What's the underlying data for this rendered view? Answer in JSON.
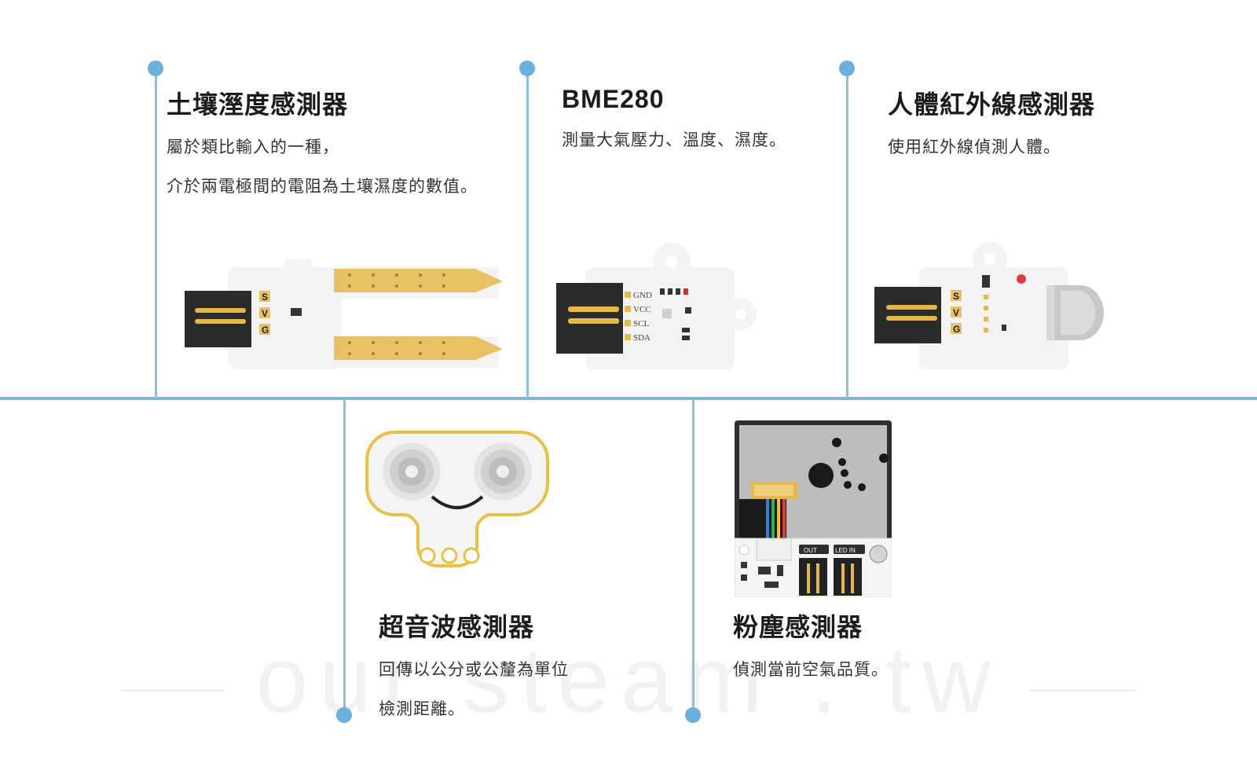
{
  "watermark": "our steam . tw",
  "sensors": [
    {
      "title": "土壤溼度感測器",
      "lines": [
        "屬於類比輸入的一種，",
        "介於兩電極間的電阻為土壤濕度的數值。"
      ]
    },
    {
      "title": "BME280",
      "lines": [
        "測量大氣壓力、溫度、濕度。"
      ],
      "pins": [
        "GND",
        "VCC",
        "SCL",
        "SDA"
      ]
    },
    {
      "title": "人體紅外線感測器",
      "lines": [
        "使用紅外線偵測人體。"
      ]
    },
    {
      "title": "超音波感測器",
      "lines": [
        "回傳以公分或公釐為單位",
        "檢測距離。"
      ]
    },
    {
      "title": "粉塵感測器",
      "lines": [
        "偵測當前空氣品質。"
      ],
      "connector_labels": [
        "OUT",
        "LED IN"
      ]
    }
  ],
  "connector_pins": [
    "S",
    "V",
    "G"
  ]
}
